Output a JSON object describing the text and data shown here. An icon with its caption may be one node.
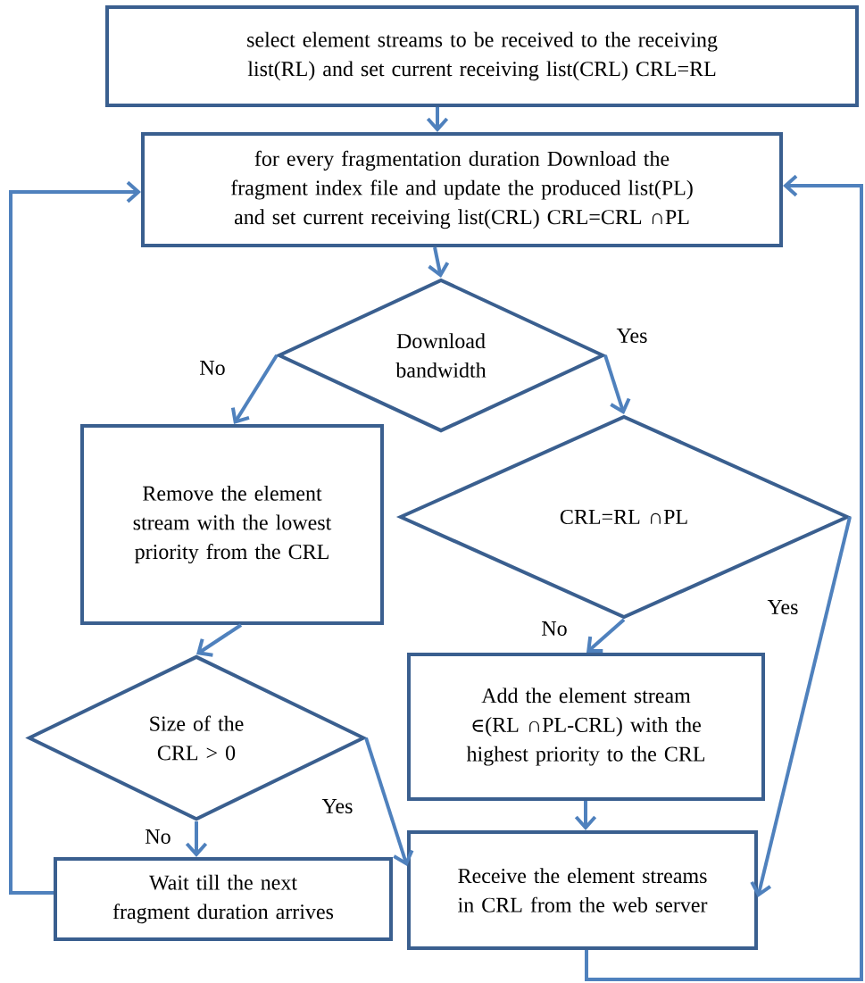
{
  "diagram": {
    "nodes": [
      {
        "text": [
          "select element streams to be received to the receiving list(RL) and set current receiving list(CRL) CRL=RL"
        ]
      },
      {
        "text": [
          "for every fragmentation duration Download the fragment index file and update the produced list(PL) and set current receiving list(CRL) CRL=CRL ∩PL"
        ]
      },
      {
        "text": [
          "Download bandwidth"
        ]
      },
      {
        "text": [
          "Remove the  element stream with the lowest priority from the CRL"
        ]
      },
      {
        "text": [
          "CRL=RL ∩PL"
        ]
      },
      {
        "text": [
          "Size of the CRL > 0"
        ]
      },
      {
        "text": [
          "Add the element stream ∈(RL ∩PL-CRL) with the highest priority to the CRL"
        ]
      },
      {
        "text": [
          "Wait till the next fragment duration arrives"
        ]
      },
      {
        "text": [
          "Receive the element streams in CRL from the web server"
        ]
      }
    ],
    "edges": [
      {
        "from": 0,
        "to": 1,
        "arrow": "to"
      },
      {
        "from": 1,
        "to": 2,
        "arrow": "to"
      },
      {
        "from": 2,
        "to": 3,
        "arrow": "to",
        "label": "No"
      },
      {
        "from": 2,
        "to": 4,
        "arrow": "to",
        "label": "Yes"
      },
      {
        "from": 3,
        "to": 5,
        "arrow": "to"
      },
      {
        "from": 4,
        "to": 6,
        "arrow": "to",
        "label": "No"
      },
      {
        "from": 4,
        "to": 8,
        "arrow": "to",
        "label": "Yes"
      },
      {
        "from": 5,
        "to": 7,
        "arrow": "to",
        "label": "No"
      },
      {
        "from": 5,
        "to": 8,
        "arrow": "to",
        "label": "Yes"
      },
      {
        "from": 6,
        "to": 8,
        "arrow": "to"
      },
      {
        "from": 8,
        "to": 1,
        "arrow": "to"
      },
      {
        "from": 7,
        "to": 1,
        "arrow": "to"
      }
    ]
  }
}
